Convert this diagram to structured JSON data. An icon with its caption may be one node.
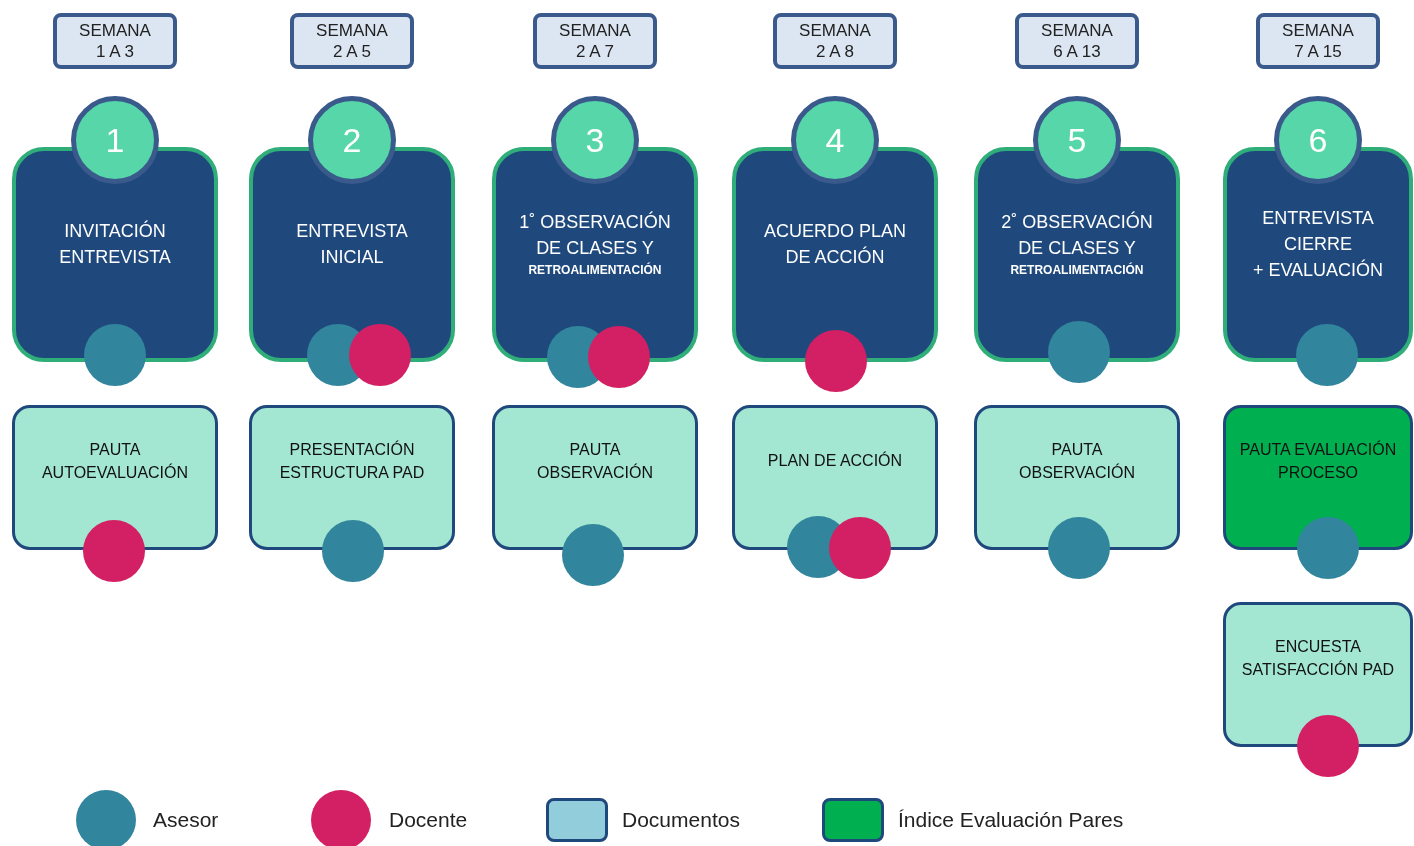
{
  "diagram": {
    "nodes": [
      {
        "text": [
          "SEMANA 1 A 3"
        ]
      },
      {
        "text": [
          "SEMANA 2 A 5"
        ]
      },
      {
        "text": [
          "SEMANA 2 A 7"
        ]
      },
      {
        "text": [
          "SEMANA 2 A 8"
        ]
      },
      {
        "text": [
          "SEMANA 6 A 13"
        ]
      },
      {
        "text": [
          "SEMANA 7 A 15"
        ]
      },
      {
        "text": [
          "1"
        ]
      },
      {
        "text": [
          "2"
        ]
      },
      {
        "text": [
          "3"
        ]
      },
      {
        "text": [
          "4"
        ]
      },
      {
        "text": [
          "5"
        ]
      },
      {
        "text": [
          "6"
        ]
      },
      {
        "text": [
          "INVITACIÓN ENTREVISTA"
        ]
      },
      {
        "text": [
          "ENTREVISTA INICIAL"
        ]
      },
      {
        "text": [
          "1˚ OBSERVACIÓN DE CLASES Y",
          "RETROALIMENTACIÓN"
        ]
      },
      {
        "text": [
          "ACUERDO PLAN DE ACCIÓN"
        ]
      },
      {
        "text": [
          "2˚ OBSERVACIÓN DE CLASES Y",
          "RETROALIMENTACIÓN"
        ]
      },
      {
        "text": [
          "ENTREVISTA CIERRE + EVALUACIÓN"
        ]
      },
      {
        "text": [
          "PAUTA AUTOEVALUACIÓN"
        ]
      },
      {
        "text": [
          "PRESENTACIÓN ESTRUCTURA PAD"
        ]
      },
      {
        "text": [
          "PAUTA OBSERVACIÓN"
        ]
      },
      {
        "text": [
          "PLAN DE ACCIÓN"
        ]
      },
      {
        "text": [
          "PAUTA OBSERVACIÓN"
        ]
      },
      {
        "text": [
          "PAUTA EVALUACIÓN PROCESO"
        ]
      },
      {
        "text": [
          "ENCUESTA SATISFACCIÓN PAD"
        ]
      },
      {
        "text": [],
        "shape": "circle"
      },
      {
        "text": [],
        "shape": "circle"
      },
      {
        "text": [],
        "shape": "circle"
      },
      {
        "text": [],
        "shape": "circle"
      },
      {
        "text": [],
        "shape": "circle"
      },
      {
        "text": [],
        "shape": "circle"
      },
      {
        "text": [],
        "shape": "circle"
      },
      {
        "text": [],
        "shape": "circle"
      },
      {
        "text": [],
        "shape": "circle"
      },
      {
        "text": [],
        "shape": "circle"
      },
      {
        "text": [],
        "shape": "circle"
      },
      {
        "text": [],
        "shape": "circle"
      },
      {
        "text": [],
        "shape": "circle"
      },
      {
        "text": [],
        "shape": "circle"
      },
      {
        "text": [],
        "shape": "circle"
      },
      {
        "text": [],
        "shape": "circle"
      }
    ],
    "legend": [
      {
        "text": "Asesor",
        "color": "#31859c"
      },
      {
        "text": "Docente",
        "color": "#d31f63"
      },
      {
        "text": "Documentos",
        "color": "#92cddc"
      },
      {
        "text": "Índice Evaluación Pares",
        "color": "#00b050"
      }
    ]
  }
}
